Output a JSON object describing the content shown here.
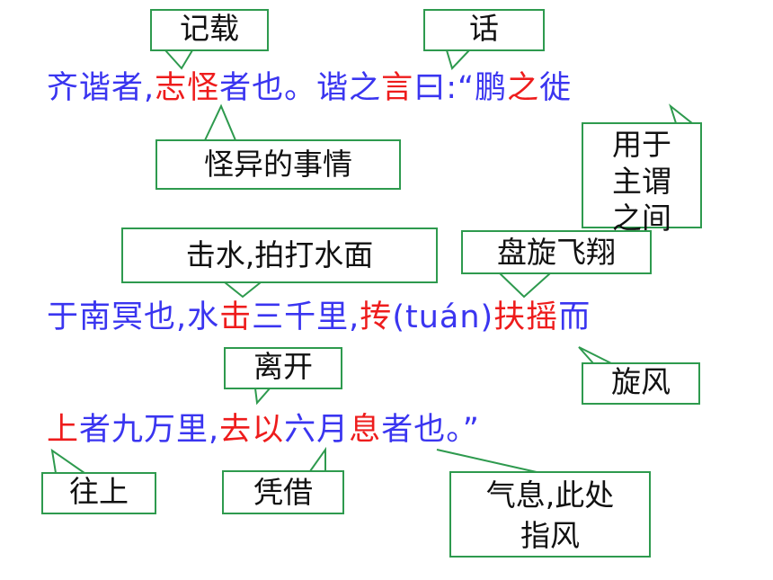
{
  "colors": {
    "text_blue": "#3a35f0",
    "text_red": "#ee1c1c",
    "callout_border": "#2e9a4e"
  },
  "lines": [
    [
      {
        "text": "齐谐者,",
        "color": "blue"
      },
      {
        "text": "志怪",
        "color": "red"
      },
      {
        "text": "者也。谐之",
        "color": "blue"
      },
      {
        "text": "言",
        "color": "red"
      },
      {
        "text": "曰:“鹏",
        "color": "blue"
      },
      {
        "text": "之",
        "color": "red"
      },
      {
        "text": "徙",
        "color": "blue"
      }
    ],
    [
      {
        "text": "于南冥也,水",
        "color": "blue"
      },
      {
        "text": "击",
        "color": "red"
      },
      {
        "text": "三千里,",
        "color": "blue"
      },
      {
        "text": "抟",
        "color": "red"
      },
      {
        "text": "(tuán)",
        "color": "blue"
      },
      {
        "text": "扶摇",
        "color": "red"
      },
      {
        "text": "而",
        "color": "blue"
      }
    ],
    [
      {
        "text": "上",
        "color": "red"
      },
      {
        "text": "者九万里,",
        "color": "blue"
      },
      {
        "text": "去以",
        "color": "red"
      },
      {
        "text": "六月",
        "color": "blue"
      },
      {
        "text": "息",
        "color": "red"
      },
      {
        "text": "者也。”",
        "color": "blue"
      }
    ]
  ],
  "callouts": {
    "jizai": "记载",
    "hua": "话",
    "guaiyi": "怪异的事情",
    "zhuwei": "用于主谓之间",
    "jishui": "击水,拍打水面",
    "panxuan": "盘旋飞翔",
    "likai": "离开",
    "xuanfeng": "旋风",
    "wangshang": "往上",
    "pingjie": "凭借",
    "qixi": "气息,此处指风"
  }
}
